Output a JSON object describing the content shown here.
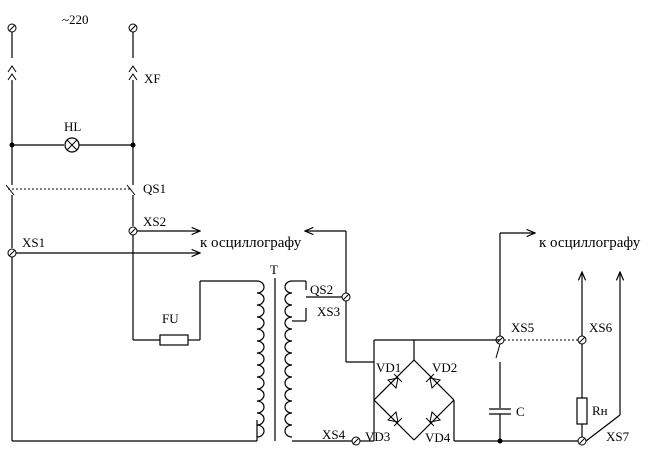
{
  "labels": {
    "supply": "~220",
    "xf": "XF",
    "hl": "HL",
    "qs1": "QS1",
    "xs2": "XS2",
    "xs1": "XS1",
    "osc_left": "к осциллографу",
    "osc_right": "к осциллографу",
    "t": "T",
    "qs2": "QS2",
    "xs3": "XS3",
    "fu": "FU",
    "xs5": "XS5",
    "xs6": "XS6",
    "vd1": "VD1",
    "vd2": "VD2",
    "vd3": "VD3",
    "vd4": "VD4",
    "c": "C",
    "rn": "Rн",
    "xs4": "XS4",
    "xs7": "XS7"
  }
}
